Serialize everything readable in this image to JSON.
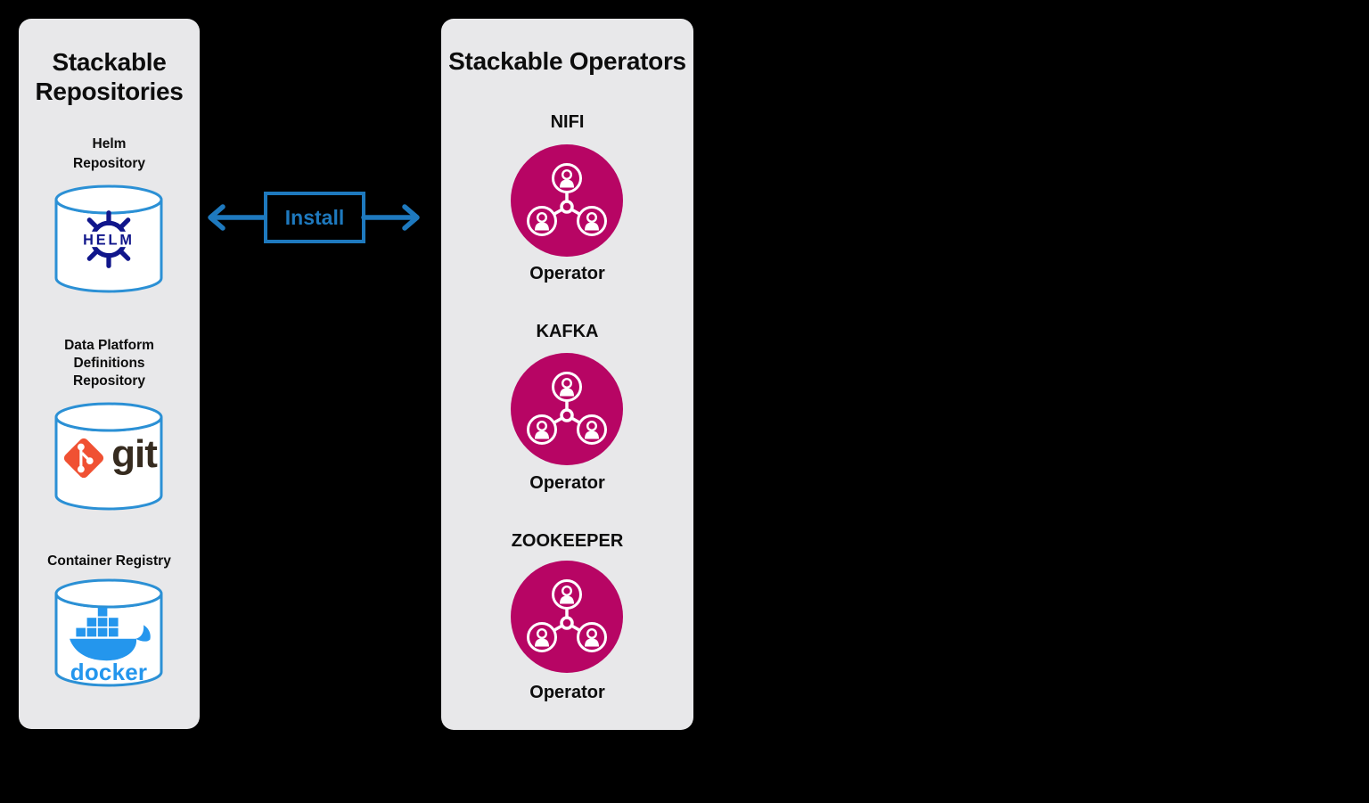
{
  "repositories_panel": {
    "title": "Stackable\nRepositories",
    "items": [
      {
        "label": "Helm\nRepository",
        "icon": "helm-cylinder",
        "wordmark": "HELM"
      },
      {
        "label": "Data Platform\nDefinitions\nRepository",
        "icon": "git-cylinder",
        "wordmark": "git"
      },
      {
        "label": "Container Registry",
        "icon": "docker-cylinder",
        "wordmark": "docker"
      }
    ]
  },
  "connector": {
    "label": "Install",
    "direction": "bidirectional"
  },
  "operators_panel": {
    "title": "Stackable Operators",
    "items": [
      {
        "name": "NIFI",
        "caption": "Operator"
      },
      {
        "name": "KAFKA",
        "caption": "Operator"
      },
      {
        "name": "ZOOKEEPER",
        "caption": "Operator"
      }
    ]
  },
  "colors": {
    "page_background": "#000000",
    "panel_background": "#E8E8EA",
    "accent_blue": "#1E79BE",
    "cylinder_stroke": "#2B90D5",
    "helm_navy": "#10168B",
    "git_orange": "#F05133",
    "git_text": "#362B1F",
    "docker_blue": "#2496ED",
    "operator_magenta": "#B70564",
    "label_text": "#0D0D0D"
  }
}
